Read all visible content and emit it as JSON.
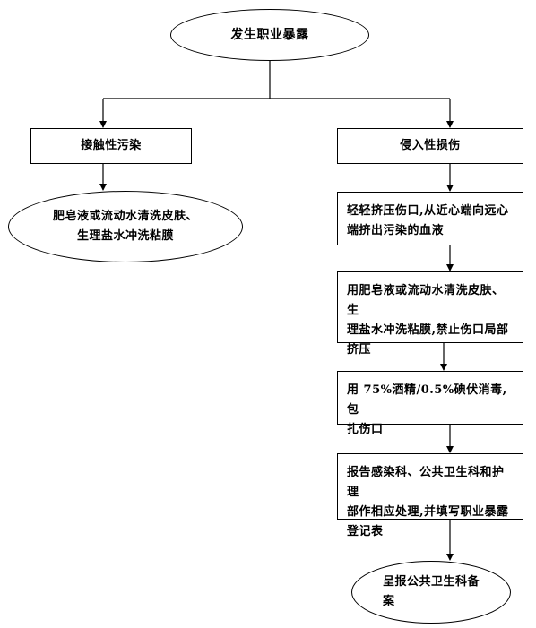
{
  "flowchart": {
    "root": "发生职业暴露",
    "contact": {
      "label": "接触性污染",
      "step1_line1": "肥皂液或流动水清洗皮肤、",
      "step1_line2": "生理盐水冲洗粘膜"
    },
    "invasive": {
      "label": "侵入性损伤",
      "step1_line1": "轻轻挤压伤口,从近心端向远心",
      "step1_line2": "端挤出污染的血液",
      "step2_line1": "用肥皂液或流动水清洗皮肤、生",
      "step2_line2": "理盐水冲洗粘膜,禁止伤口局部",
      "step2_line3": "挤压",
      "step3_line1": "用 75%酒精/0.5%碘伏消毒, 包",
      "step3_line2": "扎伤口",
      "step4_line1": "报告感染科、公共卫生科和护理",
      "step4_line2": "部作相应处理,并填写职业暴露",
      "step4_line3": "登记表",
      "step5_line1": "呈报公共卫生科备",
      "step5_line2": "案"
    }
  }
}
